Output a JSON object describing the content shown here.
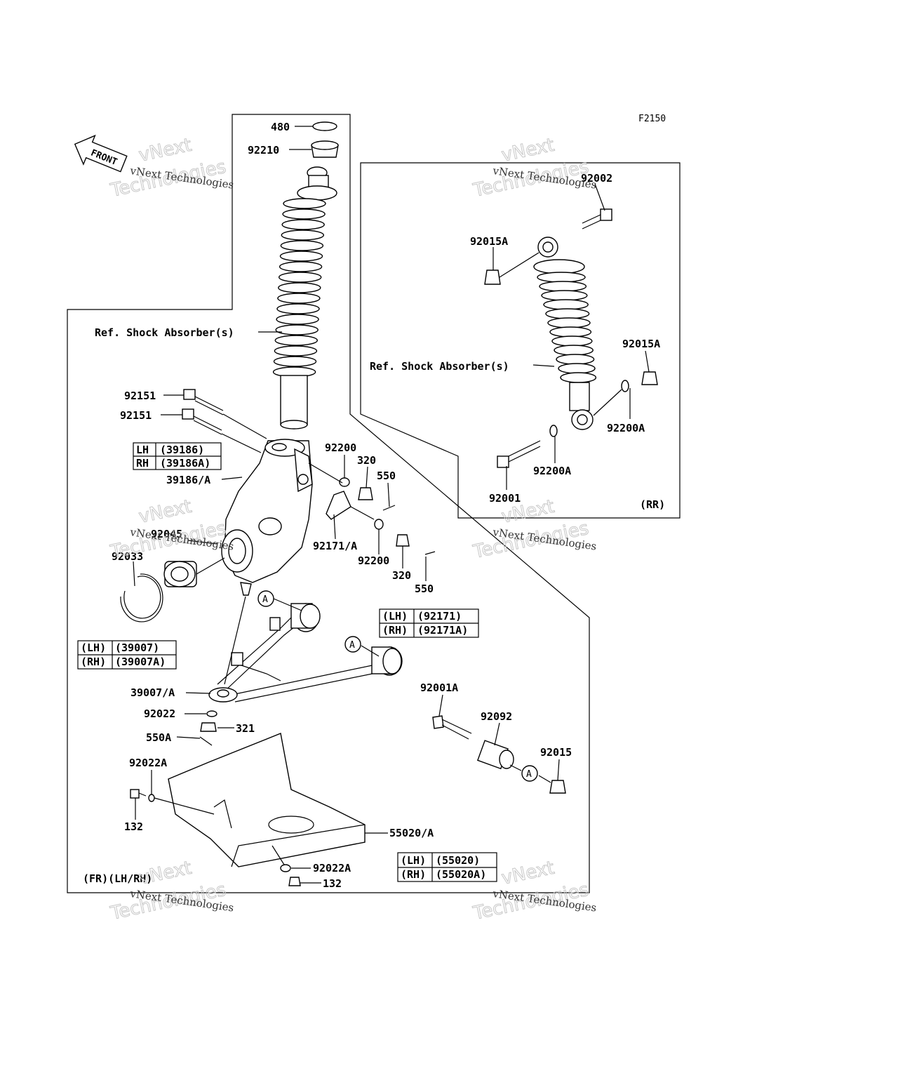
{
  "figure": {
    "code": "F2150",
    "front": "FRONT"
  },
  "labels": {
    "p480": "480",
    "p92210": "92210",
    "p92002": "92002",
    "p92015A_1": "92015A",
    "p92015A_2": "92015A",
    "ref_shock_fr": "Ref. Shock Absorber(s)",
    "ref_shock_rr": "Ref. Shock Absorber(s)",
    "p92151_1": "92151",
    "p92151_2": "92151",
    "p92200_1": "92200",
    "p320_1": "320",
    "p550_1": "550",
    "p92200A_1": "92200A",
    "p92200A_2": "92200A",
    "p92001": "92001",
    "rr": "(RR)",
    "p39186A": "39186/A",
    "p92045": "92045",
    "p92033": "92033",
    "p92171A": "92171/A",
    "p92200_2": "92200",
    "p320_2": "320",
    "p550_2": "550",
    "p39007A": "39007/A",
    "p92001A": "92001A",
    "p92092": "92092",
    "p92015": "92015",
    "p92022": "92022",
    "p321": "321",
    "p550A": "550A",
    "p92022A_1": "92022A",
    "p132_1": "132",
    "p55020A": "55020/A",
    "p92022A_2": "92022A",
    "p132_2": "132",
    "fr": "(FR)(LH/RH)",
    "circle_a": "A"
  },
  "tables": {
    "knuckle": [
      [
        "LH",
        "(39186)"
      ],
      [
        "RH",
        "(39186A)"
      ]
    ],
    "bracket": [
      [
        "(LH)",
        "(92171)"
      ],
      [
        "(RH)",
        "(92171A)"
      ]
    ],
    "arm": [
      [
        "(LH)",
        "(39007)"
      ],
      [
        "(RH)",
        "(39007A)"
      ]
    ],
    "guard": [
      [
        "(LH)",
        "(55020)"
      ],
      [
        "(RH)",
        "(55020A)"
      ]
    ]
  },
  "watermark": {
    "line1": "vNext Technologies",
    "line2": "vNext",
    "line3": "Technologies"
  }
}
